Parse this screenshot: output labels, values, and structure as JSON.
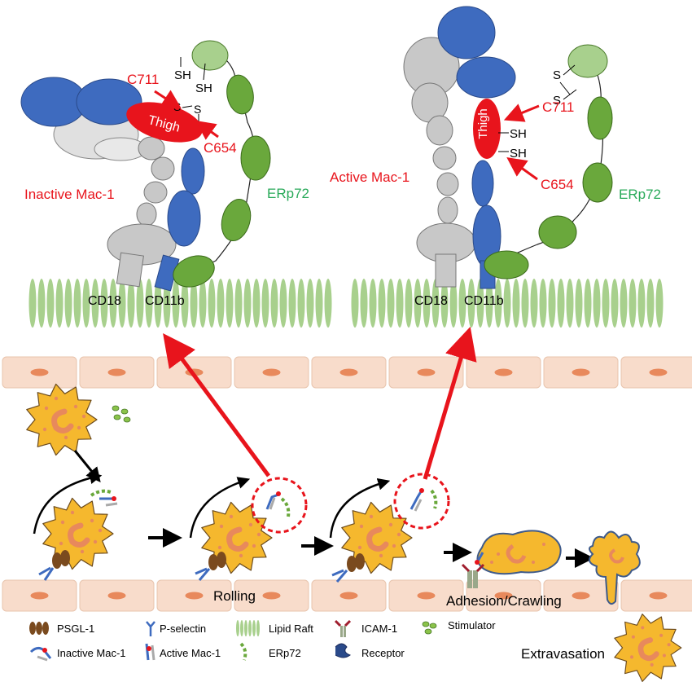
{
  "inactive_panel": {
    "title": "Inactive Mac-1",
    "thigh": "Thigh",
    "c711": "C711",
    "c654": "C654",
    "erp72": "ERp72",
    "cd18": "CD18",
    "cd11b": "CD11b",
    "sh1": "SH",
    "sh2": "SH",
    "s1": "S",
    "s2": "S"
  },
  "active_panel": {
    "title": "Active Mac-1",
    "thigh": "Thigh",
    "c711": "C711",
    "c654": "C654",
    "erp72": "ERp72",
    "cd18": "CD18",
    "cd11b": "CD11b",
    "sh1": "SH",
    "sh2": "SH",
    "s1": "S",
    "s2": "S"
  },
  "stages": {
    "rolling": "Rolling",
    "adhesion": "Adhesion/Crawling",
    "extravasation": "Extravasation"
  },
  "legend": {
    "psgl1": "PSGL-1",
    "pselectin": "P-selectin",
    "lipid_raft": "Lipid Raft",
    "icam1": "ICAM-1",
    "stimulator": "Stimulator",
    "inactive_mac1": "Inactive Mac-1",
    "active_mac1": "Active Mac-1",
    "erp72": "ERp72",
    "receptor": "Receptor"
  },
  "colors": {
    "red": "#e8141c",
    "blue": "#3e6bbf",
    "green": "#6aa83c",
    "light_green": "#a8d08d",
    "gray": "#c8c8c8",
    "cell": "#f5b82e",
    "endothelium": "#f8dccb",
    "nucleus": "#e8895c"
  }
}
